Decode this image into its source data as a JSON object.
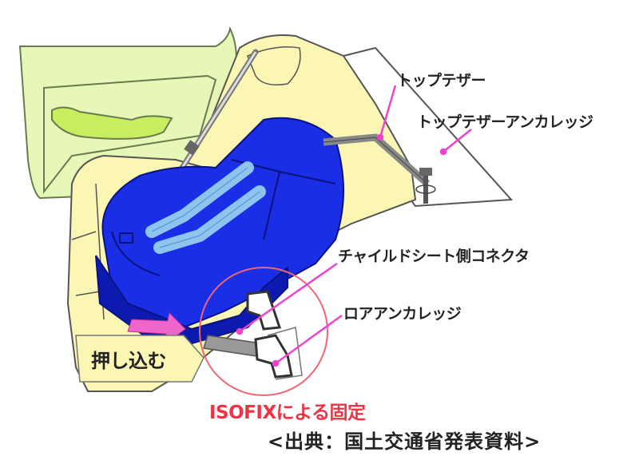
{
  "diagram": {
    "subject": "ISOFIX child seat installation",
    "labels": {
      "top_tether": "トップテザー",
      "top_tether_anchorage": "トップテザーアンカレッジ",
      "child_seat_connector": "チャイルドシート側コネクタ",
      "lower_anchorage": "ロアアンカレッジ",
      "push_in": "押し込む"
    },
    "caption": "ISOFIXによる固定",
    "source": "<出典：国土交通省発表資料>"
  },
  "colors": {
    "door_panel": "#e6f7b8",
    "door_handle": "#c8ee60",
    "seat": "#fbf6b4",
    "child_seat": "#1a2ee6",
    "child_seat_dark": "#0d1ab0",
    "harness": "#8ec4f0",
    "leader_line": "#ee44cc",
    "circle": "#ee6677",
    "caption": "#ee3344",
    "arrow": "#ee66cc",
    "metal": "#999999"
  }
}
